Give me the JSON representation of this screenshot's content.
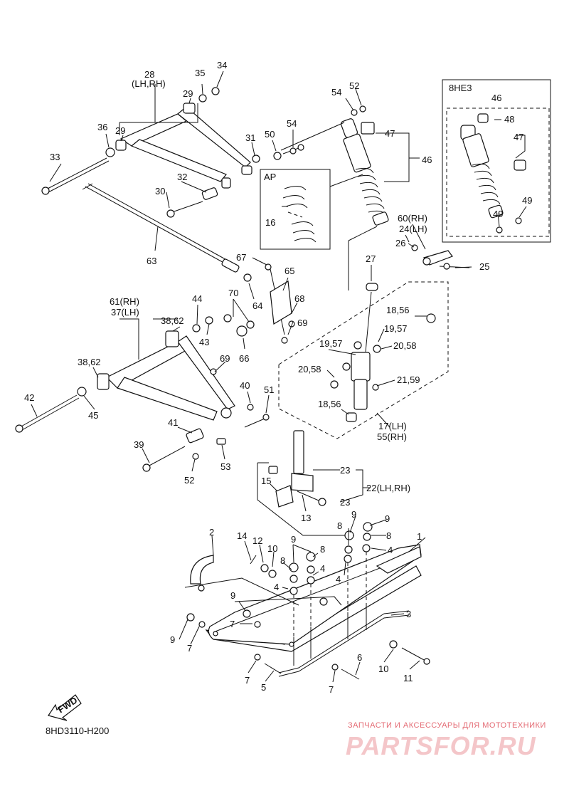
{
  "diagram_code": "8HD3110-H200",
  "fwd_label": "FWD",
  "inset_label": "8HE3",
  "ap_label": "AP",
  "watermark": {
    "line1": "ЗАПЧАСТИ И АКСЕССУАРЫ ДЛЯ МОТОТЕХНИКИ",
    "line2": "PARTSFOR.RU"
  },
  "callouts": [
    {
      "id": "c1",
      "text": "1"
    },
    {
      "id": "c2",
      "text": "2"
    },
    {
      "id": "c3",
      "text": "3"
    },
    {
      "id": "c4a",
      "text": "4"
    },
    {
      "id": "c4b",
      "text": "4"
    },
    {
      "id": "c4c",
      "text": "4"
    },
    {
      "id": "c4d",
      "text": "4"
    },
    {
      "id": "c5",
      "text": "5"
    },
    {
      "id": "c6",
      "text": "6"
    },
    {
      "id": "c7a",
      "text": "7"
    },
    {
      "id": "c7b",
      "text": "7"
    },
    {
      "id": "c7c",
      "text": "7"
    },
    {
      "id": "c7d",
      "text": "7"
    },
    {
      "id": "c8a",
      "text": "8"
    },
    {
      "id": "c8b",
      "text": "8"
    },
    {
      "id": "c8c",
      "text": "8"
    },
    {
      "id": "c8d",
      "text": "8"
    },
    {
      "id": "c9a",
      "text": "9"
    },
    {
      "id": "c9b",
      "text": "9"
    },
    {
      "id": "c9c",
      "text": "9"
    },
    {
      "id": "c9d",
      "text": "9"
    },
    {
      "id": "c9e",
      "text": "9"
    },
    {
      "id": "c10a",
      "text": "10"
    },
    {
      "id": "c10b",
      "text": "10"
    },
    {
      "id": "c11",
      "text": "11"
    },
    {
      "id": "c12",
      "text": "12"
    },
    {
      "id": "c13",
      "text": "13"
    },
    {
      "id": "c14",
      "text": "14"
    },
    {
      "id": "c15",
      "text": "15"
    },
    {
      "id": "c16",
      "text": "16"
    },
    {
      "id": "c17",
      "text": "17(LH)"
    },
    {
      "id": "c55",
      "text": "55(RH)"
    },
    {
      "id": "c1856a",
      "text": "18,56"
    },
    {
      "id": "c1856b",
      "text": "18,56"
    },
    {
      "id": "c1957a",
      "text": "19,57"
    },
    {
      "id": "c1957b",
      "text": "19,57"
    },
    {
      "id": "c2058a",
      "text": "20,58"
    },
    {
      "id": "c2058b",
      "text": "20,58"
    },
    {
      "id": "c2159",
      "text": "21,59"
    },
    {
      "id": "c22",
      "text": "22(LH,RH)"
    },
    {
      "id": "c23a",
      "text": "23"
    },
    {
      "id": "c23b",
      "text": "23"
    },
    {
      "id": "c60",
      "text": "60(RH)"
    },
    {
      "id": "c24",
      "text": "24(LH)"
    },
    {
      "id": "c25",
      "text": "25"
    },
    {
      "id": "c26",
      "text": "26"
    },
    {
      "id": "c27",
      "text": "27"
    },
    {
      "id": "c28",
      "text": "28"
    },
    {
      "id": "c28s",
      "text": "(LH,RH)"
    },
    {
      "id": "c29a",
      "text": "29"
    },
    {
      "id": "c29b",
      "text": "29"
    },
    {
      "id": "c30",
      "text": "30"
    },
    {
      "id": "c31",
      "text": "31"
    },
    {
      "id": "c32",
      "text": "32"
    },
    {
      "id": "c33",
      "text": "33"
    },
    {
      "id": "c34",
      "text": "34"
    },
    {
      "id": "c35",
      "text": "35"
    },
    {
      "id": "c36",
      "text": "36"
    },
    {
      "id": "c61",
      "text": "61(RH)"
    },
    {
      "id": "c37",
      "text": "37(LH)"
    },
    {
      "id": "c3862a",
      "text": "38,62"
    },
    {
      "id": "c3862b",
      "text": "38,62"
    },
    {
      "id": "c39",
      "text": "39"
    },
    {
      "id": "c40",
      "text": "40"
    },
    {
      "id": "c41",
      "text": "41"
    },
    {
      "id": "c42",
      "text": "42"
    },
    {
      "id": "c43",
      "text": "43"
    },
    {
      "id": "c44",
      "text": "44"
    },
    {
      "id": "c45",
      "text": "45"
    },
    {
      "id": "c46a",
      "text": "46"
    },
    {
      "id": "c46b",
      "text": "46"
    },
    {
      "id": "c47a",
      "text": "47"
    },
    {
      "id": "c47b",
      "text": "47"
    },
    {
      "id": "c48",
      "text": "48"
    },
    {
      "id": "c49a",
      "text": "49"
    },
    {
      "id": "c49b",
      "text": "49"
    },
    {
      "id": "c50",
      "text": "50"
    },
    {
      "id": "c51",
      "text": "51"
    },
    {
      "id": "c52a",
      "text": "52"
    },
    {
      "id": "c52b",
      "text": "52"
    },
    {
      "id": "c53",
      "text": "53"
    },
    {
      "id": "c54a",
      "text": "54"
    },
    {
      "id": "c54b",
      "text": "54"
    },
    {
      "id": "c63",
      "text": "63"
    },
    {
      "id": "c64",
      "text": "64"
    },
    {
      "id": "c65",
      "text": "65"
    },
    {
      "id": "c66",
      "text": "66"
    },
    {
      "id": "c67",
      "text": "67"
    },
    {
      "id": "c68",
      "text": "68"
    },
    {
      "id": "c69a",
      "text": "69"
    },
    {
      "id": "c69b",
      "text": "69"
    },
    {
      "id": "c70",
      "text": "70"
    }
  ]
}
